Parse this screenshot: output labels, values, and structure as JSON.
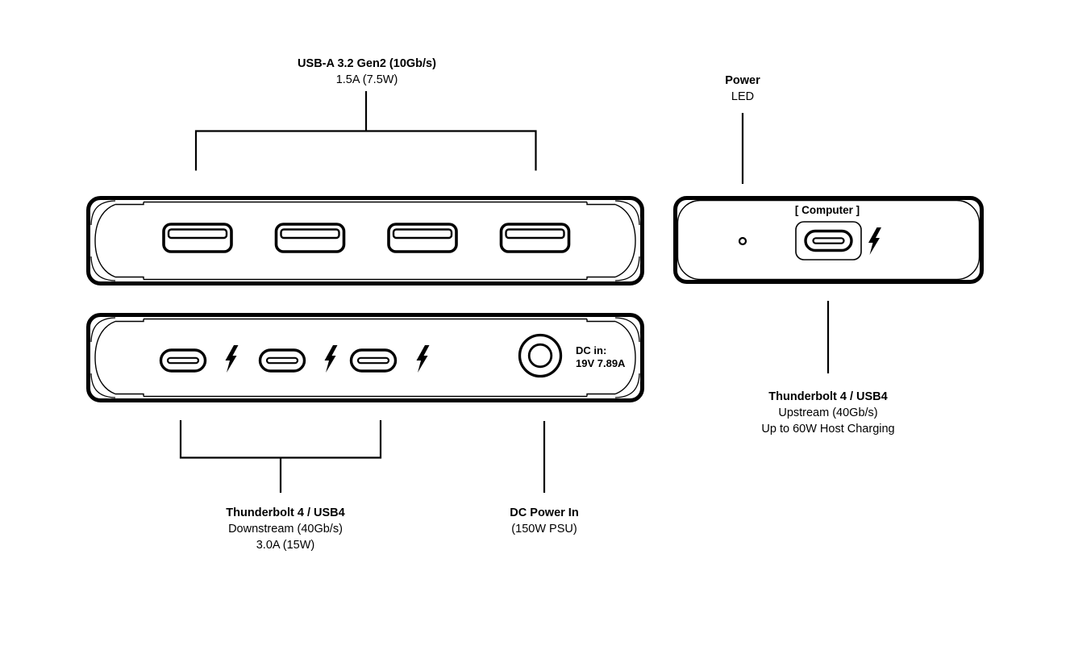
{
  "diagram": {
    "background": "#ffffff",
    "line_color": "#000000",
    "labels": {
      "usba": {
        "title": "USB-A 3.2 Gen2 (10Gb/s)",
        "line2": "1.5A (7.5W)"
      },
      "power_led": {
        "title": "Power",
        "line2": "LED"
      },
      "computer_port": "[ Computer ]",
      "dc_in": {
        "line1": "DC in:",
        "line2": "19V 7.89A"
      },
      "tb_downstream": {
        "title": "Thunderbolt 4 / USB4",
        "line2": "Downstream (40Gb/s)",
        "line3": "3.0A (15W)"
      },
      "dc_power_in": {
        "title": "DC Power In",
        "line2": "(150W PSU)"
      },
      "tb_upstream": {
        "title": "Thunderbolt 4 / USB4",
        "line2": "Upstream (40Gb/s)",
        "line3": "Up to 60W Host Charging"
      }
    },
    "panels": {
      "front_usba": {
        "usba_port_count": 4
      },
      "front_tb": {
        "usbc_port_count": 3,
        "lightning_bolt_count": 3,
        "has_dc_jack": true
      },
      "host": {
        "usbc_port_count": 1,
        "has_power_led": true,
        "lightning_bolt_count": 1
      }
    }
  }
}
